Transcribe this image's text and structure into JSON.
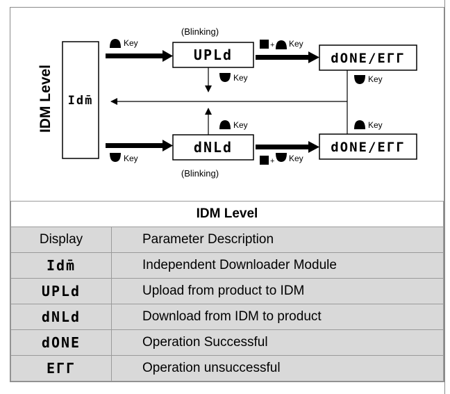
{
  "diagram": {
    "side_title": "IDM Level",
    "idm_display": "Idm̄",
    "upld_display": "UPLd",
    "dnld_display": "dNLd",
    "done_err_top": "dONE/EΓΓ",
    "done_err_bottom": "dONE/EΓΓ",
    "blinking_top": "(Blinking)",
    "blinking_bottom": "(Blinking)",
    "key_label": "Key",
    "plus": "+"
  },
  "table": {
    "title": "IDM Level",
    "col_display": "Display",
    "col_description": "Parameter Description",
    "rows": [
      {
        "display": "Idm̄",
        "description": "Independent Downloader Module"
      },
      {
        "display": "UPLd",
        "description": "Upload from product to IDM"
      },
      {
        "display": "dNLd",
        "description": "Download from IDM to product"
      },
      {
        "display": "dONE",
        "description": "Operation Successful"
      },
      {
        "display": "EΓΓ",
        "description": "Operation unsuccessful"
      }
    ]
  }
}
